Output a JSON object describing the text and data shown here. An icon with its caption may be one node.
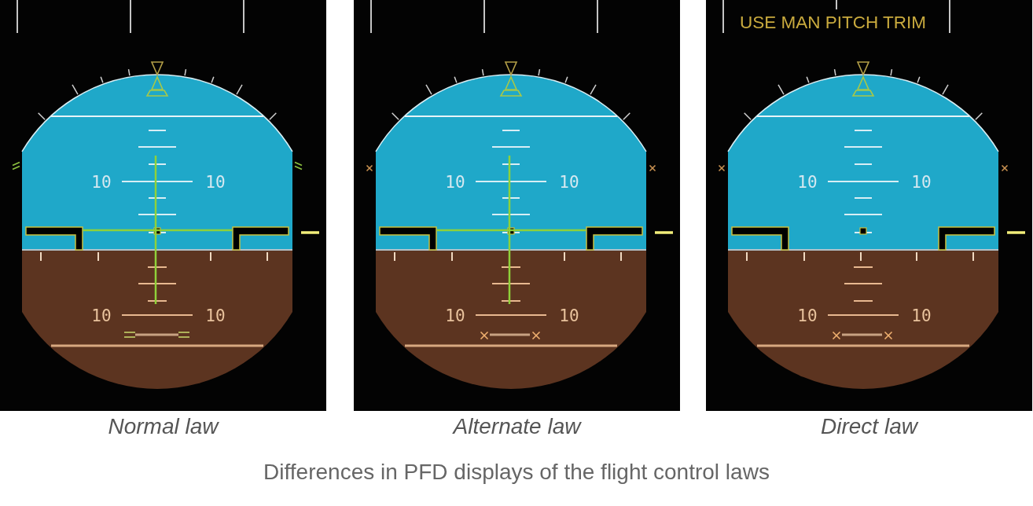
{
  "diagram": {
    "caption": "Differences in PFD displays of the flight control laws",
    "nodes": [
      {
        "text": [],
        "shape": "box",
        "beside": [
          "Normal law"
        ]
      },
      {
        "text": [
          "10",
          "10",
          "10",
          "10"
        ],
        "in": 0
      },
      {
        "text": [],
        "shape": "box",
        "beside": [
          "Alternate law"
        ]
      },
      {
        "text": [
          "10",
          "10",
          "10",
          "10"
        ],
        "in": 2
      },
      {
        "text": [
          "USE MAN PITCH TRIM"
        ],
        "beside": [
          "Direct law"
        ]
      },
      {
        "text": [
          "10",
          "10",
          "10",
          "10"
        ],
        "in": 4
      }
    ]
  }
}
